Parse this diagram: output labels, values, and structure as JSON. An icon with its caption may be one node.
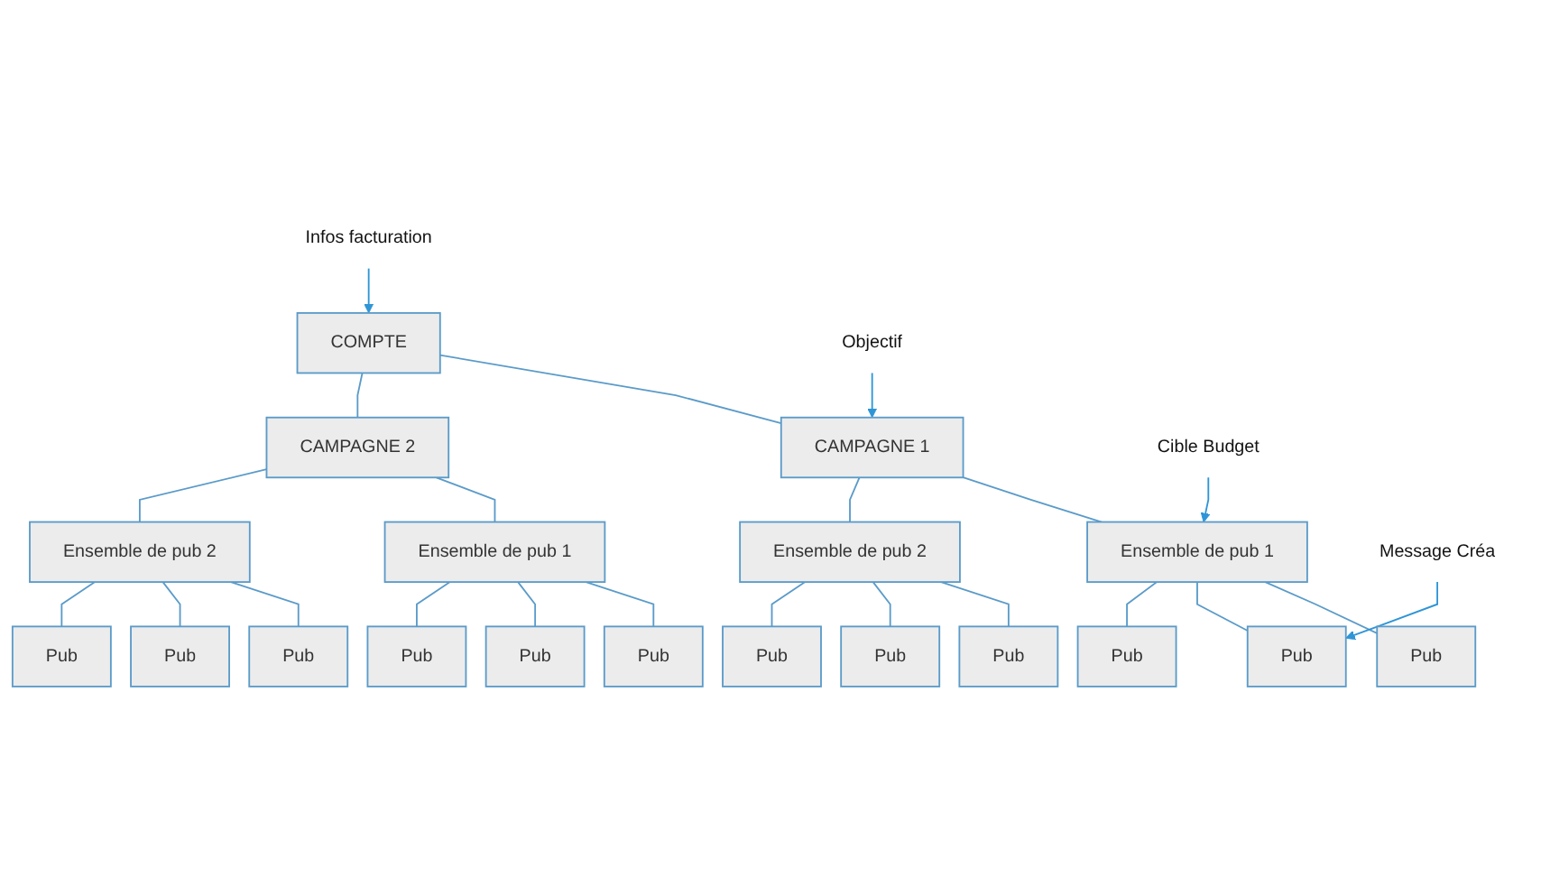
{
  "diagram": {
    "nodes": [
      {
        "text": [
          "Infos facturation"
        ]
      },
      {
        "text": [
          "COMPTE"
        ]
      },
      {
        "text": [
          "Objectif"
        ]
      },
      {
        "text": [
          "CAMPAGNE 1"
        ]
      },
      {
        "text": [
          "CAMPAGNE 2"
        ]
      },
      {
        "text": [
          "Cible Budget"
        ]
      },
      {
        "text": [
          "Ensemble de pub 1"
        ]
      },
      {
        "text": [
          "Ensemble de pub 2"
        ]
      },
      {
        "text": [
          "Ensemble de pub 1"
        ]
      },
      {
        "text": [
          "Ensemble de pub 2"
        ]
      },
      {
        "text": [
          "Pub"
        ]
      },
      {
        "text": [
          "Pub"
        ]
      },
      {
        "text": [
          "Pub"
        ]
      },
      {
        "text": [
          "Pub"
        ]
      },
      {
        "text": [
          "Pub"
        ]
      },
      {
        "text": [
          "Pub"
        ]
      },
      {
        "text": [
          "Pub"
        ]
      },
      {
        "text": [
          "Pub"
        ]
      },
      {
        "text": [
          "Pub"
        ]
      },
      {
        "text": [
          "Pub"
        ]
      },
      {
        "text": [
          "Pub"
        ]
      },
      {
        "text": [
          "Pub"
        ]
      },
      {
        "text": [
          "Message Créa"
        ]
      }
    ],
    "edges": [
      {
        "from": 0,
        "to": 1,
        "arrow": "to"
      },
      {
        "from": 1,
        "to": 3,
        "arrow": "none"
      },
      {
        "from": 1,
        "to": 4,
        "arrow": "none"
      },
      {
        "from": 2,
        "to": 3,
        "arrow": "to"
      },
      {
        "from": 3,
        "to": 6,
        "arrow": "none"
      },
      {
        "from": 3,
        "to": 7,
        "arrow": "none"
      },
      {
        "from": 4,
        "to": 8,
        "arrow": "none"
      },
      {
        "from": 4,
        "to": 9,
        "arrow": "none"
      },
      {
        "from": 5,
        "to": 6,
        "arrow": "to"
      },
      {
        "from": 6,
        "to": 10,
        "arrow": "none"
      },
      {
        "from": 6,
        "to": 11,
        "arrow": "none"
      },
      {
        "from": 6,
        "to": 12,
        "arrow": "none"
      },
      {
        "from": 7,
        "to": 13,
        "arrow": "none"
      },
      {
        "from": 7,
        "to": 14,
        "arrow": "none"
      },
      {
        "from": 7,
        "to": 15,
        "arrow": "none"
      },
      {
        "from": 8,
        "to": 16,
        "arrow": "none"
      },
      {
        "from": 8,
        "to": 17,
        "arrow": "none"
      },
      {
        "from": 8,
        "to": 18,
        "arrow": "none"
      },
      {
        "from": 9,
        "to": 19,
        "arrow": "none"
      },
      {
        "from": 9,
        "to": 20,
        "arrow": "none"
      },
      {
        "from": 9,
        "to": 21,
        "arrow": "none"
      },
      {
        "from": 22,
        "to": 11,
        "arrow": "to"
      }
    ]
  }
}
